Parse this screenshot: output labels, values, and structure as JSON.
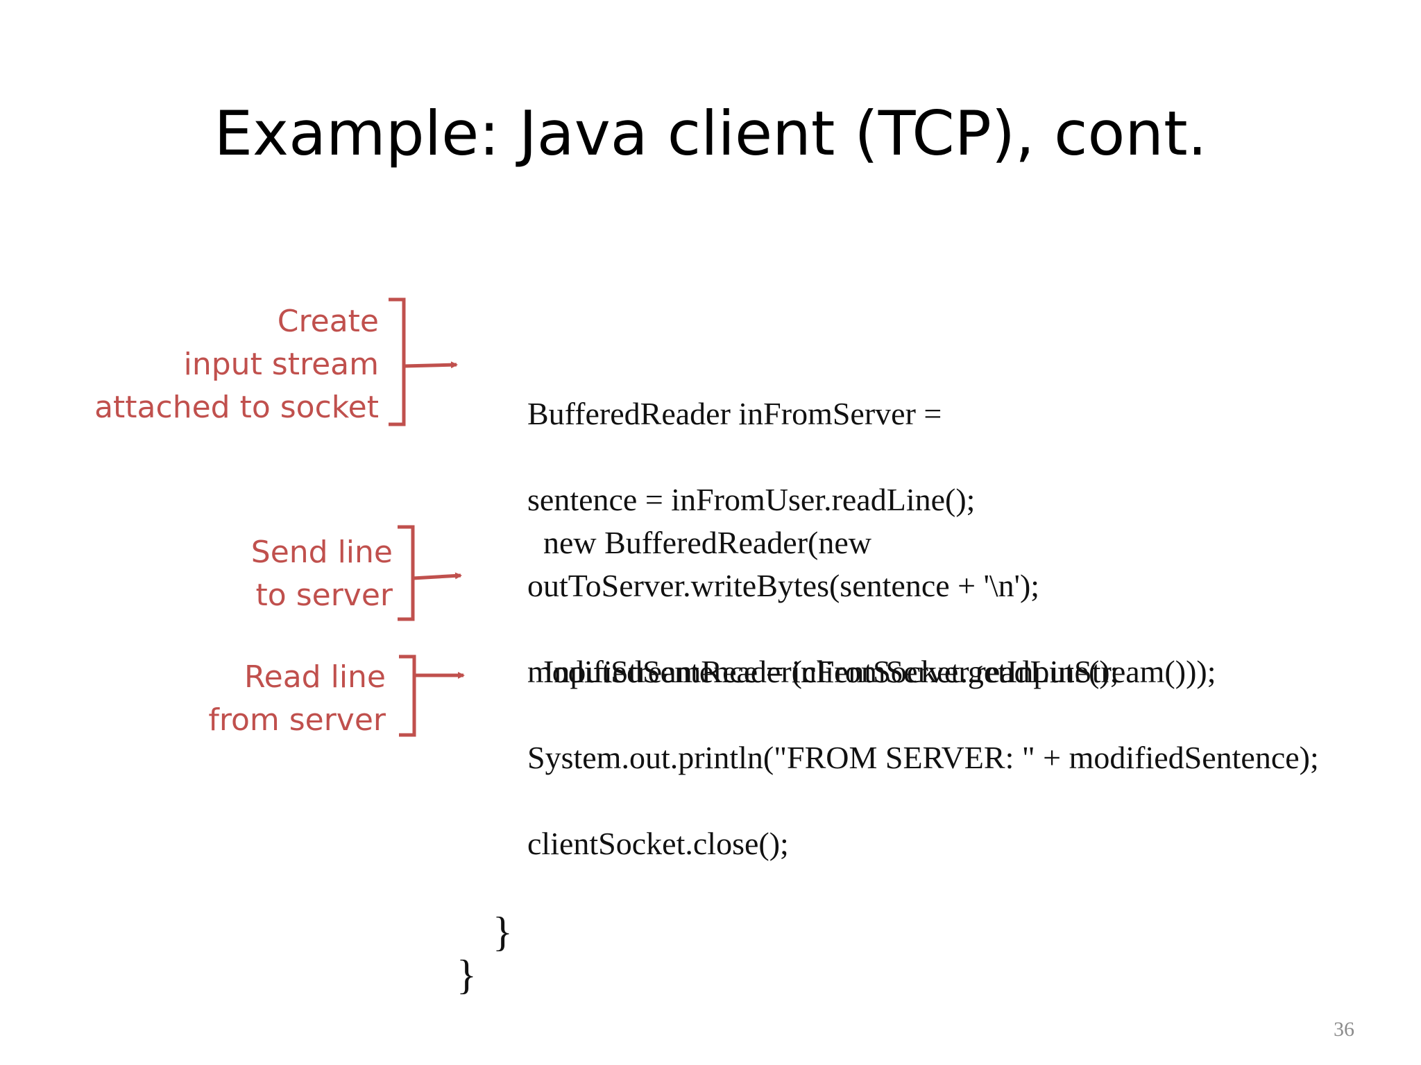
{
  "slide": {
    "title": "Example: Java client (TCP), cont.",
    "page_number": "36",
    "annotation_color": "#c0504d"
  },
  "annotations": [
    {
      "lines": [
        "Create",
        "input stream",
        "attached to socket"
      ]
    },
    {
      "lines": [
        "Send line",
        "to server"
      ]
    },
    {
      "lines": [
        "Read line",
        "from server"
      ]
    }
  ],
  "code": {
    "block1": [
      "BufferedReader inFromServer =",
      "  new BufferedReader(new",
      "  InputStreamReader(clientSocket.getInputStream()));"
    ],
    "line_readline": "sentence = inFromUser.readLine();",
    "line_write": "outToServer.writeBytes(sentence + '\\n');",
    "line_modified": "modifiedSentence = inFromServer.readLine();",
    "line_println": "System.out.println(\"FROM SERVER: \" + modifiedSentence);",
    "line_close": "clientSocket.close();",
    "brace_inner": "}",
    "brace_outer": "}"
  }
}
